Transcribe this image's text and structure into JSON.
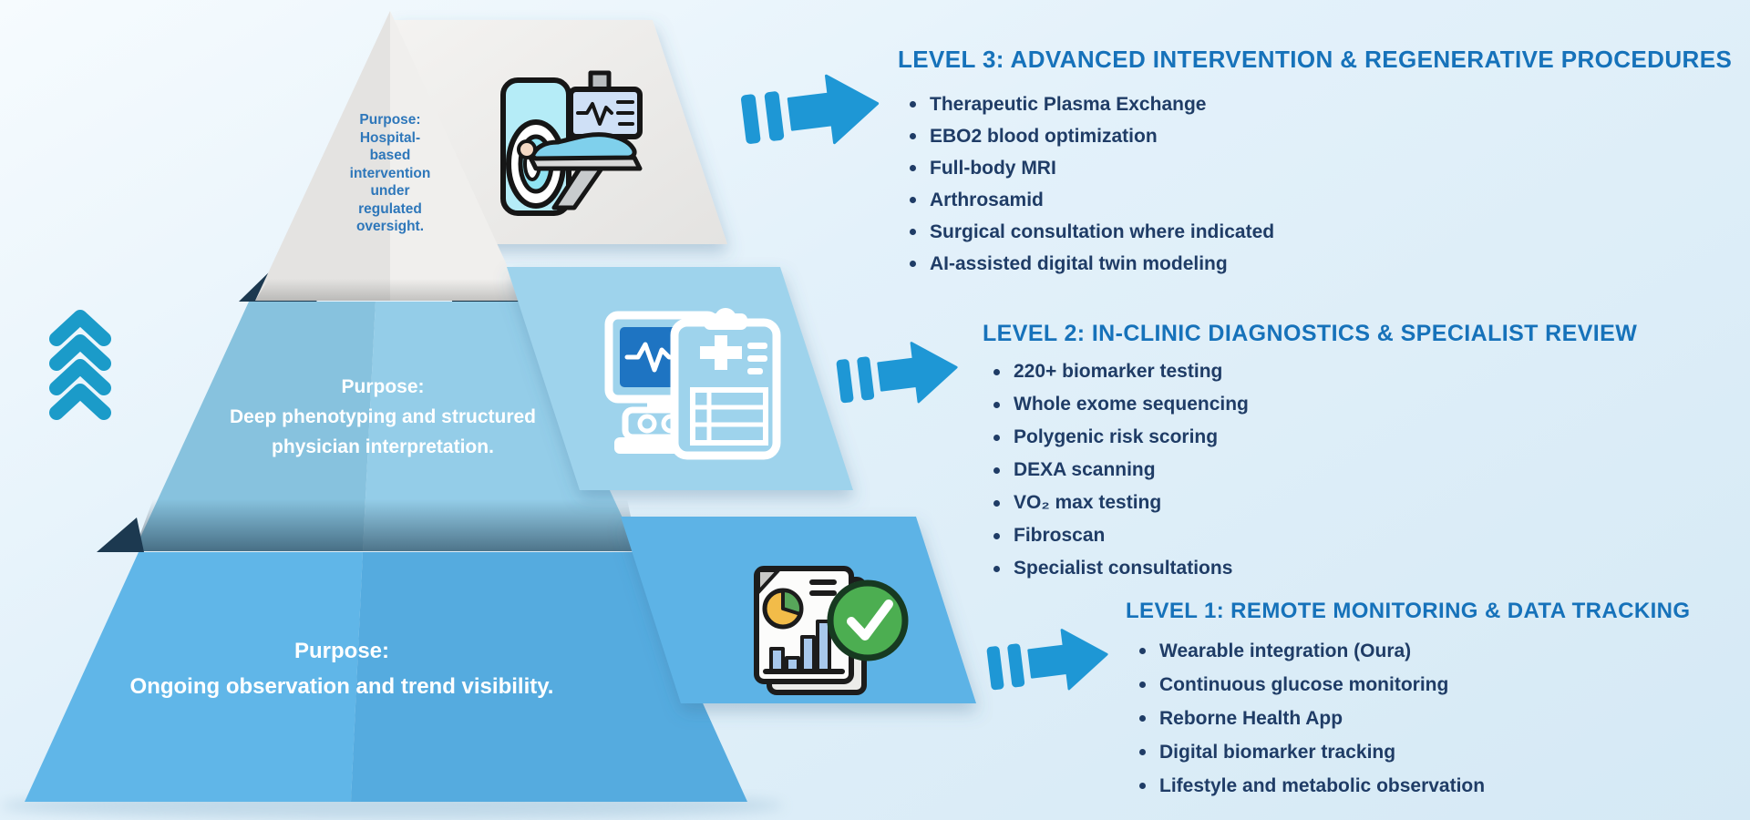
{
  "pyramid": {
    "tiers": [
      {
        "name": "top-tier",
        "purpose": "Purpose:\nHospital-\nbased\nintervention\nunder\nregulated\noversight.",
        "icon": "mri-scanner-icon",
        "facet_colors": [
          "#e4e3e1",
          "#f0efed"
        ],
        "panel_color": "#efeeec"
      },
      {
        "name": "middle-tier",
        "purpose": "Purpose:\nDeep phenotyping and structured\nphysician interpretation.",
        "icon": "diagnostics-monitor-clipboard-icon",
        "facet_colors": [
          "#87c2de",
          "#94cde8"
        ],
        "panel_color": "#9ed3ec"
      },
      {
        "name": "bottom-tier",
        "purpose": "Purpose:\nOngoing observation and trend visibility.",
        "icon": "report-chart-check-icon",
        "facet_colors": [
          "#60b6e8",
          "#55abdf"
        ],
        "panel_color": "#5db3e6"
      }
    ]
  },
  "levels": [
    {
      "title": "LEVEL 3: ADVANCED INTERVENTION & REGENERATIVE PROCEDURES",
      "items": [
        "Therapeutic Plasma Exchange",
        "EBO2 blood optimization",
        "Full-body MRI",
        "Arthrosamid",
        "Surgical consultation where indicated",
        "AI-assisted digital twin modeling"
      ]
    },
    {
      "title": "LEVEL 2: IN-CLINIC DIAGNOSTICS & SPECIALIST REVIEW",
      "items": [
        "220+ biomarker testing",
        "Whole exome sequencing",
        "Polygenic risk scoring",
        "DEXA scanning",
        "VO₂ max testing",
        "Fibroscan",
        "Specialist consultations"
      ]
    },
    {
      "title": "LEVEL 1: REMOTE MONITORING & DATA TRACKING",
      "items": [
        "Wearable integration (Oura)",
        "Continuous glucose monitoring",
        "Reborne Health App",
        "Digital biomarker tracking",
        "Lifestyle and metabolic observation"
      ]
    }
  ],
  "icons": {
    "ascending_chevrons": "triple-up-chevrons",
    "level_arrows": "fast-forward-right-arrow"
  },
  "colors": {
    "background_top": "#f6fbfe",
    "background_bottom": "#d5e9f5",
    "title_blue": "#1672ba",
    "bullet_navy": "#1f3c66",
    "tier1_text_blue": "#2e77ba",
    "tier_text_white": "#ffffff",
    "arrow_blue": "#1e97d5",
    "chevron_blue": "#1b9bc9",
    "fold_navy": "#1c3950",
    "icon_cyan": "#8fe3f2",
    "icon_green": "#4cae51",
    "icon_yellow": "#f2bc49"
  }
}
